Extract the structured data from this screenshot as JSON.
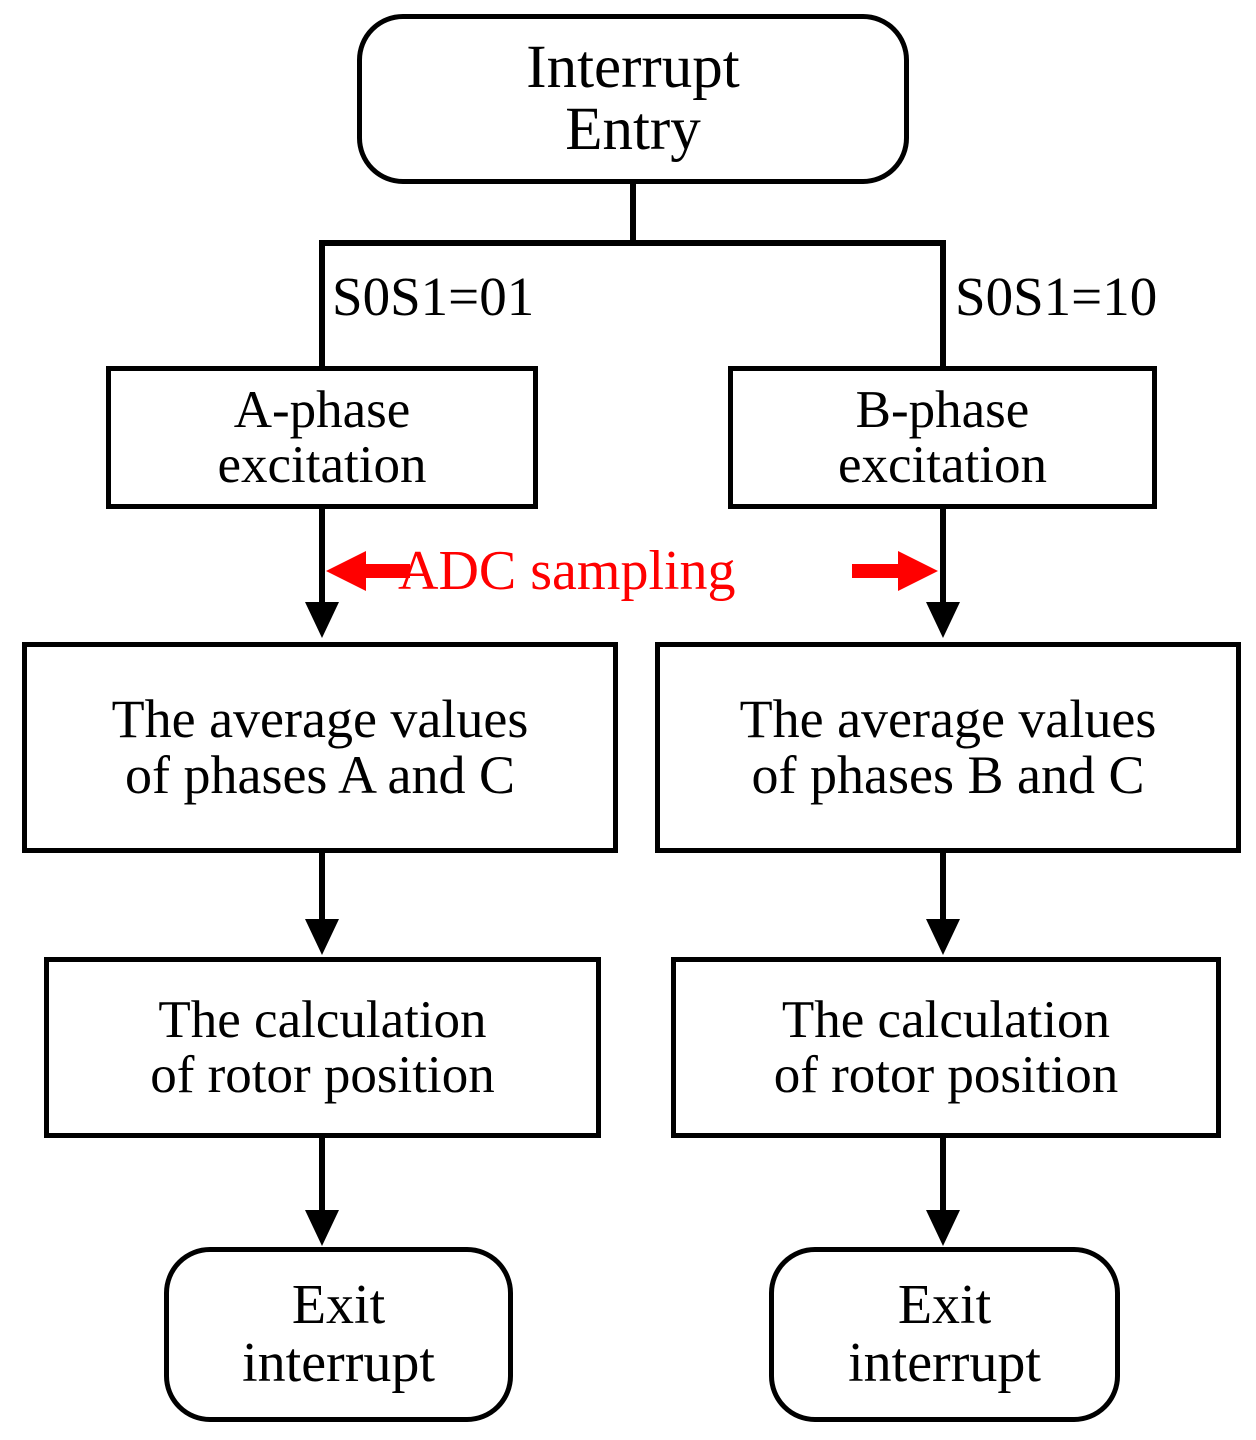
{
  "diagram": {
    "title": "Interrupt service routine flowchart for A/B phase excitation and rotor position calculation",
    "background_color": "#ffffff",
    "line_color": "#000000",
    "accent_color": "#ff0000"
  },
  "nodes": {
    "interrupt_entry": {
      "label": "Interrupt\nEntry",
      "shape": "rounded"
    },
    "a_phase": {
      "label": "A-phase\nexcitation",
      "shape": "rect"
    },
    "b_phase": {
      "label": "B-phase\nexcitation",
      "shape": "rect"
    },
    "avg_ac": {
      "label": "The average values\nof phases A and C",
      "shape": "rect"
    },
    "avg_bc": {
      "label": "The average values\nof phases B and C",
      "shape": "rect"
    },
    "calc_left": {
      "label": "The calculation\nof rotor position",
      "shape": "rect"
    },
    "calc_right": {
      "label": "The calculation\nof rotor position",
      "shape": "rect"
    },
    "exit_left": {
      "label": "Exit\ninterrupt",
      "shape": "rounded"
    },
    "exit_right": {
      "label": "Exit\ninterrupt",
      "shape": "rounded"
    }
  },
  "branch_labels": {
    "left": "S0S1=01",
    "right": "S0S1=10"
  },
  "annotations": {
    "adc_sampling": {
      "text": "ADC sampling",
      "color": "#ff0000",
      "arrow_direction": "double"
    }
  }
}
